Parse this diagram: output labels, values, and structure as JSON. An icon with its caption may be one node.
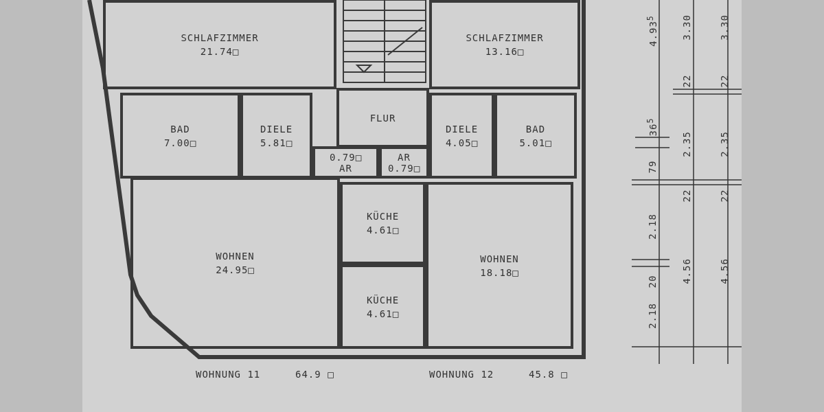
{
  "diagram": {
    "nodes": [
      {
        "text": [
          "SCHLAFZIMMER",
          "21.74□"
        ]
      },
      {
        "text": [
          "SCHLAFZIMMER",
          "13.16□"
        ]
      },
      {
        "text": [
          "FLUR"
        ]
      },
      {
        "text": [
          "BAD",
          "7.00□"
        ]
      },
      {
        "text": [
          "DIELE",
          "5.81□"
        ]
      },
      {
        "text": [
          "0.79□",
          "AR"
        ]
      },
      {
        "text": [
          "AR",
          "0.79□"
        ]
      },
      {
        "text": [
          "DIELE",
          "4.05□"
        ]
      },
      {
        "text": [
          "BAD",
          "5.01□"
        ]
      },
      {
        "text": [
          "KÜCHE",
          "4.61□"
        ]
      },
      {
        "text": [
          "WOHNEN",
          "24.95□"
        ]
      },
      {
        "text": [
          "WOHNEN",
          "18.18□"
        ]
      },
      {
        "text": [
          "KÜCHE",
          "4.61□"
        ]
      }
    ],
    "labels": [
      "WOHNUNG 11",
      "64.9 □",
      "WOHNUNG 12",
      "45.8 □",
      "4.93$^{5}$",
      "36$^{5}$",
      "79",
      "2.18",
      "20",
      "2.18",
      "3.30",
      "22",
      "2.35",
      "22",
      "4.56",
      "3.30",
      "22",
      "2.35",
      "22",
      "4.56"
    ]
  }
}
